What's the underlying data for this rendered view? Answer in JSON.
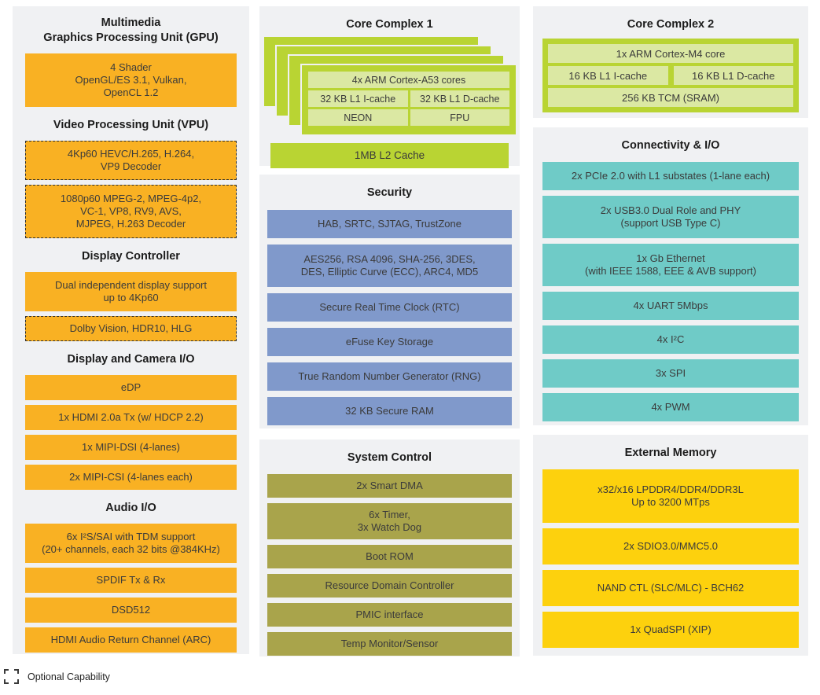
{
  "colors": {
    "panel_gray": "#f0f1f3",
    "multimedia_orange": "#f9b123",
    "core_green": "#b9d433",
    "core_inner_green": "#dbe8a3",
    "security_blue": "#8099cb",
    "system_olive": "#a9a44b",
    "connectivity_teal": "#6fcbc7",
    "memory_yellow": "#fdd10d"
  },
  "multimedia": {
    "title_gpu": "Multimedia\nGraphics Processing Unit (GPU)",
    "gpu": "4 Shader\nOpenGL/ES 3.1, Vulkan,\nOpenCL 1.2",
    "title_vpu": "Video Processing Unit (VPU)",
    "vpu_4k": "4Kp60 HEVC/H.265, H.264,\nVP9 Decoder",
    "vpu_1080": "1080p60 MPEG-2, MPEG-4p2,\nVC-1, VP8, RV9, AVS,\nMJPEG, H.263 Decoder",
    "title_display_controller": "Display Controller",
    "display_dual": "Dual independent display support\nup to 4Kp60",
    "display_hdr": "Dolby Vision, HDR10, HLG",
    "title_display_camera_io": "Display and Camera I/O",
    "edp": "eDP",
    "hdmi": "1x HDMI 2.0a Tx (w/ HDCP 2.2)",
    "mipi_dsi": "1x MIPI-DSI (4-lanes)",
    "mipi_csi": "2x MIPI-CSI (4-lanes each)",
    "title_audio_io": "Audio I/O",
    "i2s": "6x I²S/SAI with TDM support\n(20+ channels, each 32 bits @384KHz)",
    "spdif": "SPDIF Tx & Rx",
    "dsd": "DSD512",
    "arc": "HDMI Audio Return Channel (ARC)"
  },
  "core_complex_1": {
    "title": "Core Complex 1",
    "cores": "4x ARM Cortex-A53 cores",
    "icache": "32 KB L1 I-cache",
    "dcache": "32 KB L1 D-cache",
    "neon": "NEON",
    "fpu": "FPU",
    "l2": "1MB L2 Cache"
  },
  "security": {
    "title": "Security",
    "blocks": [
      "HAB, SRTC, SJTAG, TrustZone",
      "AES256, RSA 4096, SHA-256, 3DES,\nDES, Elliptic Curve (ECC), ARC4, MD5",
      "Secure Real Time Clock (RTC)",
      "eFuse Key Storage",
      "True Random Number Generator (RNG)",
      "32 KB Secure RAM"
    ]
  },
  "system_control": {
    "title": "System Control",
    "blocks": [
      "2x Smart DMA",
      "6x Timer,\n3x Watch Dog",
      "Boot ROM",
      "Resource Domain Controller",
      "PMIC interface",
      "Temp Monitor/Sensor"
    ]
  },
  "core_complex_2": {
    "title": "Core Complex 2",
    "core": "1x ARM Cortex-M4 core",
    "icache": "16 KB L1 I-cache",
    "dcache": "16 KB L1 D-cache",
    "tcm": "256 KB TCM (SRAM)"
  },
  "connectivity": {
    "title": "Connectivity & I/O",
    "blocks": [
      "2x PCIe 2.0 with L1 substates (1-lane each)",
      "2x USB3.0 Dual Role and PHY\n(support USB Type C)",
      "1x Gb Ethernet\n(with IEEE 1588, EEE & AVB support)",
      "4x UART 5Mbps",
      "4x I²C",
      "3x SPI",
      "4x PWM"
    ]
  },
  "external_memory": {
    "title": "External Memory",
    "blocks": [
      "x32/x16 LPDDR4/DDR4/DDR3L\nUp to 3200 MTps",
      "2x SDIO3.0/MMC5.0",
      "NAND CTL (SLC/MLC) - BCH62",
      "1x QuadSPI (XIP)"
    ]
  },
  "legend": {
    "label": "Optional Capability"
  }
}
